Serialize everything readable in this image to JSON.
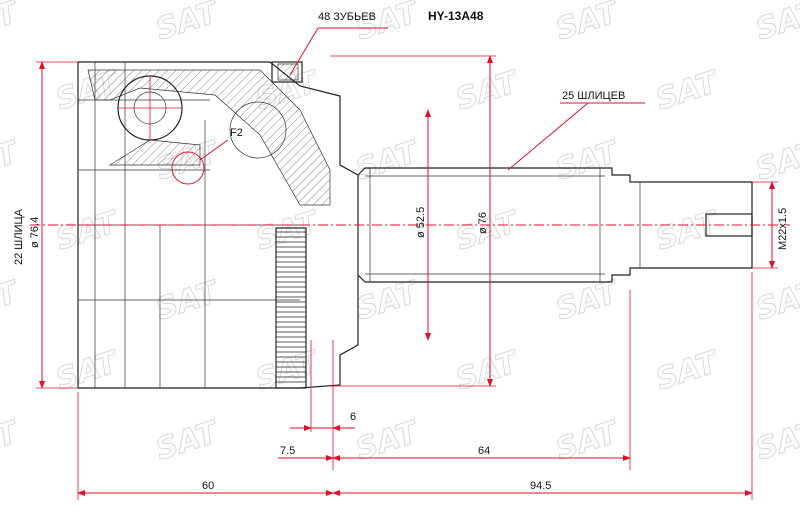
{
  "part_code": "HY-13A48",
  "watermark": "SAT",
  "labels": {
    "teeth": "48 ЗУБЬЕВ",
    "splines_outer": "25 ШЛИЦЕВ",
    "splines_inner": "22 ШЛИЦА",
    "detail": "F2"
  },
  "dimensions": {
    "housing_diameter": "ø 76.4",
    "shaft_diameter": "ø 52.5",
    "abs_diameter": "ø 76",
    "thread": "M22x1.5",
    "abs_ring_width": "6",
    "flange_offset": "7.5",
    "shaft_length": "64",
    "inner_length": "60",
    "outer_length": "94.5"
  },
  "colors": {
    "dimension_line": "#e0102a",
    "outline": "#222222",
    "watermark": "#d8d8d8"
  }
}
